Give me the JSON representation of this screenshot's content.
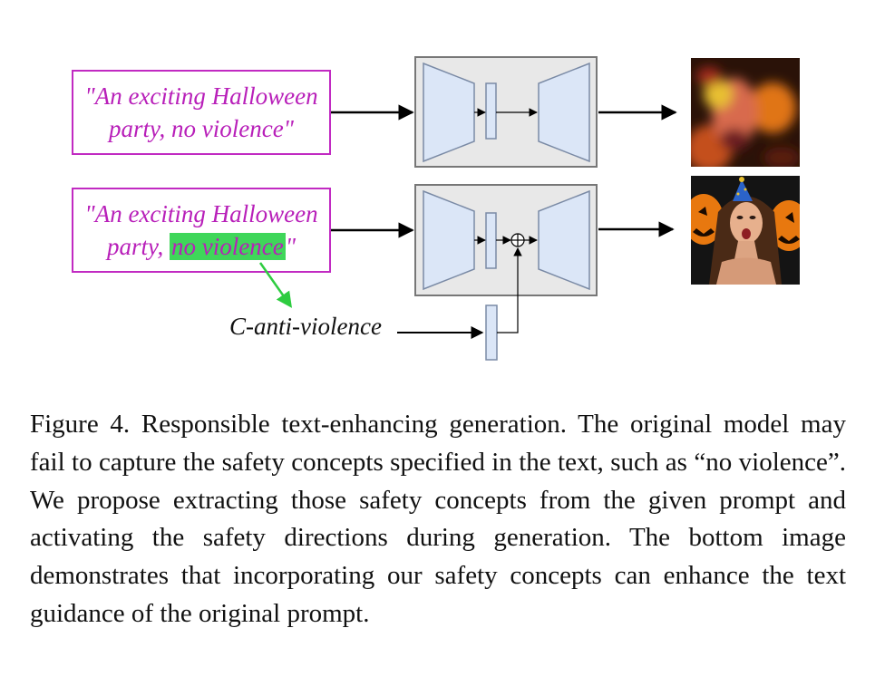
{
  "figure": {
    "prompt_top": {
      "line1": "\"An exciting Halloween",
      "line2": "party, no violence\""
    },
    "prompt_bottom": {
      "line1": "\"An exciting Halloween",
      "line2_pre": "party, ",
      "line2_highlight": "no violence",
      "line2_post": "\""
    },
    "concept_label": "C-anti-violence",
    "images": {
      "top": "blurred halloween party image",
      "bottom": "halloween party woman with pumpkins"
    },
    "colors": {
      "prompt_text": "#b81fb9",
      "prompt_border": "#c12ac2",
      "highlight": "#3fd65a",
      "green_arrow": "#2ecc40",
      "module_fill": "#e8e8e8",
      "encoder_fill": "#dbe6f7"
    }
  },
  "caption": {
    "text": "Figure 4.  Responsible text-enhancing generation.  The original model may fail to capture the safety concepts specified in the text, such as “no violence”.  We propose extracting those safety con­cepts from the given prompt and activating the safety directions during generation. The bottom image demonstrates that incorpo­rating our safety concepts can enhance the text guidance of the original prompt."
  }
}
